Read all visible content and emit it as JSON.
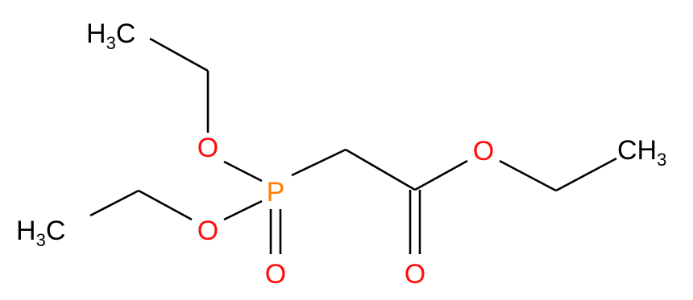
{
  "molecule": {
    "atoms": {
      "ch3_top": {
        "main": "H",
        "sub": "3",
        "tail": "C"
      },
      "ch3_left": {
        "main": "H",
        "sub": "3",
        "tail": "C"
      },
      "ch3_right": {
        "main": "CH",
        "sub": "3",
        "tail": ""
      },
      "o_upper": "O",
      "o_lower": "O",
      "p": "P",
      "o_phosphoryl": "O",
      "o_ester": "O",
      "o_carbonyl": "O"
    },
    "colors": {
      "bond": "#000000",
      "carbon_hydrogen": "#000000",
      "oxygen": "#ff0d0d",
      "phosphorus": "#ff8000"
    }
  }
}
